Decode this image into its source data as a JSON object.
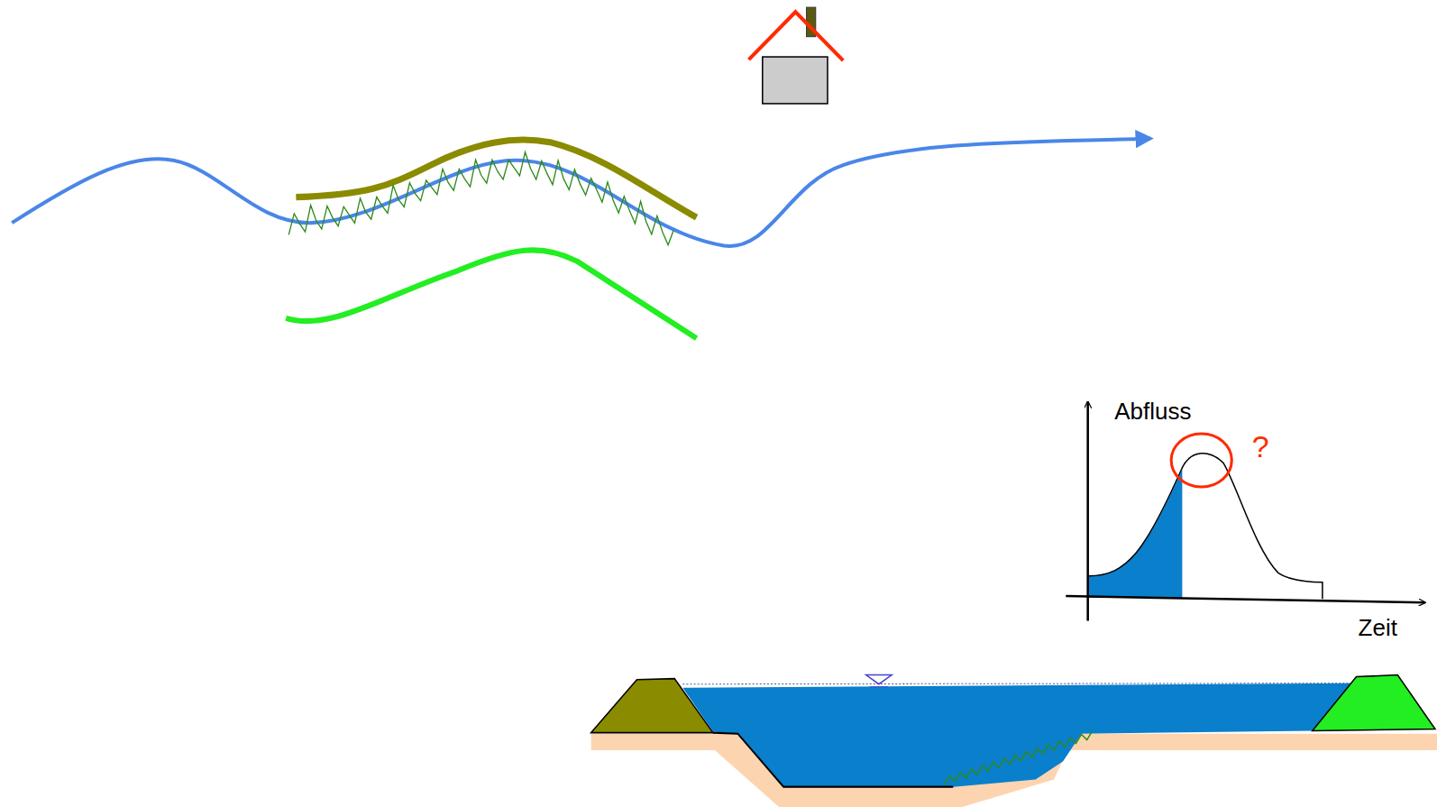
{
  "diagram": {
    "labels": [
      "Abfluss",
      "?",
      "Zeit"
    ]
  }
}
